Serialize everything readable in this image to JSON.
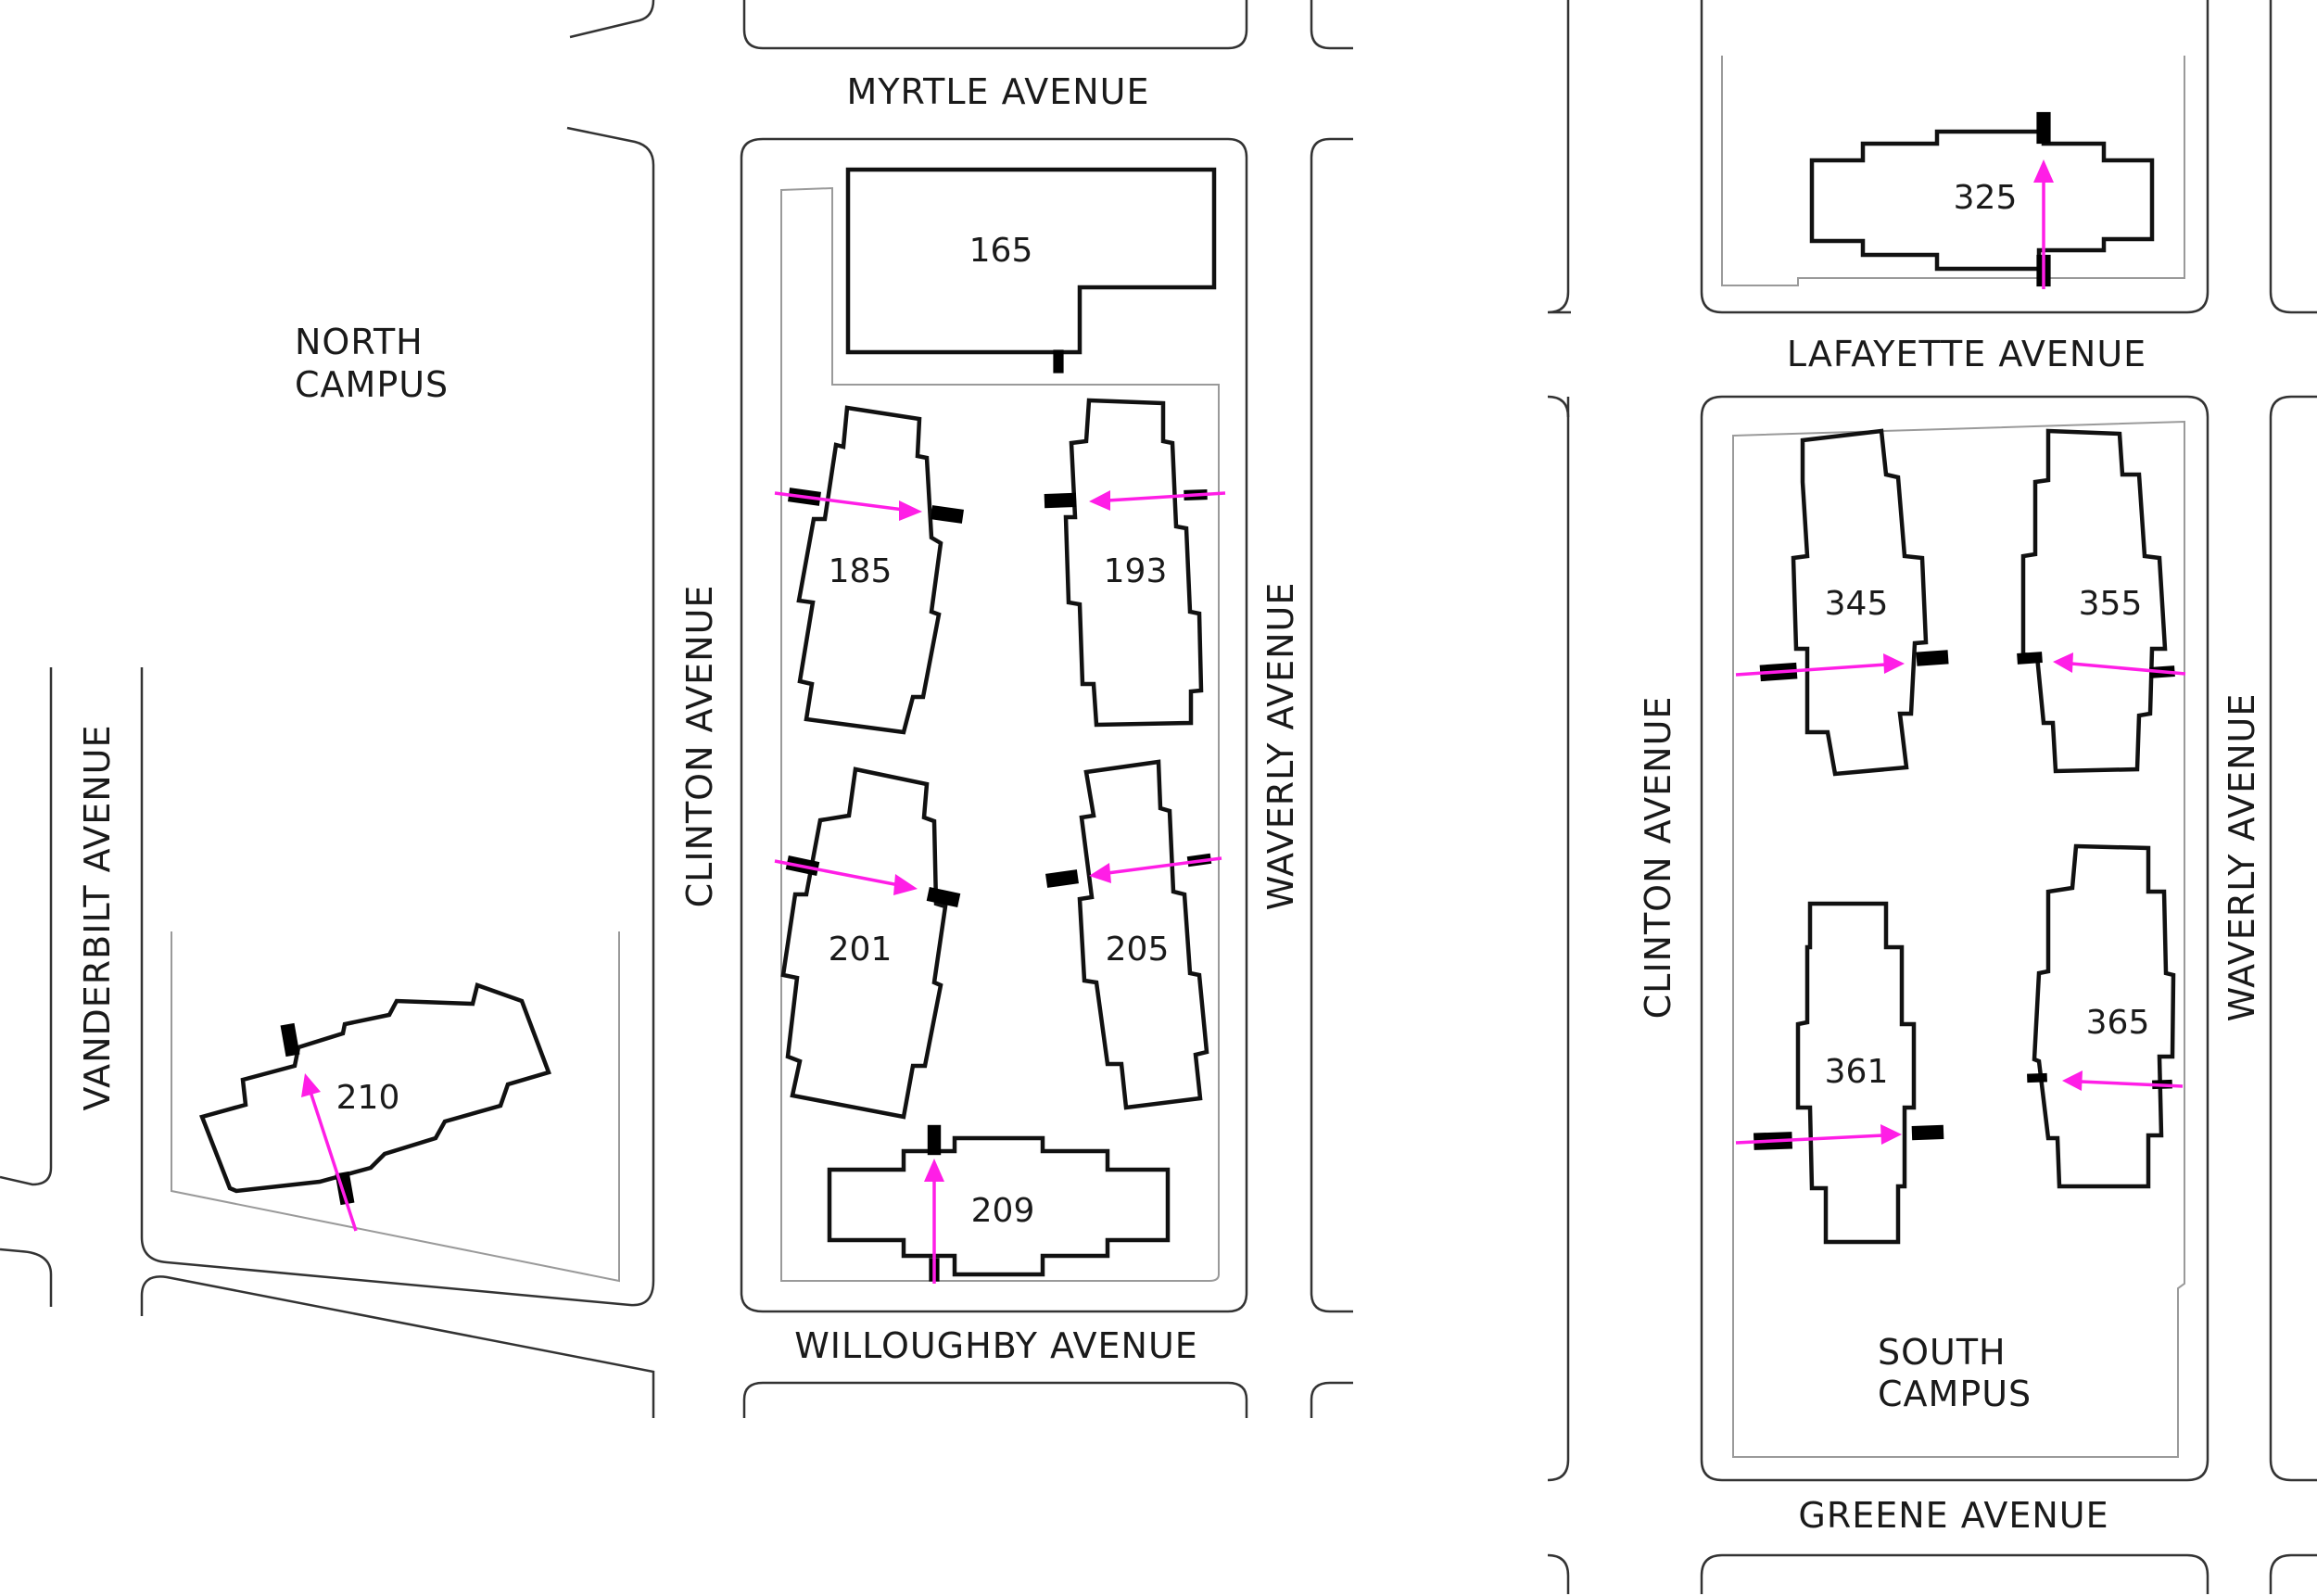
{
  "map": {
    "streets": {
      "myrtle": "MYRTLE AVENUE",
      "willoughby": "WILLOUGHBY AVENUE",
      "lafayette": "LAFAYETTE AVENUE",
      "greene": "GREENE AVENUE",
      "clinton_north": "CLINTON AVENUE",
      "waverly_north": "WAVERLY AVENUE",
      "vanderbilt": "VANDERBILT AVENUE",
      "clinton_south": "CLINTON AVENUE",
      "waverly_south": "WAVERLY AVENUE"
    },
    "campuses": {
      "north_line1": "NORTH",
      "north_line2": "CAMPUS",
      "south_line1": "SOUTH",
      "south_line2": "CAMPUS"
    },
    "buildings": {
      "b165": "165",
      "b185": "185",
      "b193": "193",
      "b201": "201",
      "b205": "205",
      "b209": "209",
      "b210": "210",
      "b325": "325",
      "b345": "345",
      "b355": "355",
      "b361": "361",
      "b365": "365"
    },
    "colors": {
      "route_arrow": "#ff1ee6",
      "entrance": "#7a7a7a",
      "building_outline": "#111111",
      "curb": "#333333",
      "lot_line": "#9a9a9a"
    },
    "icons": {
      "entrance": "brick-door-icon",
      "route": "arrow-icon"
    }
  }
}
